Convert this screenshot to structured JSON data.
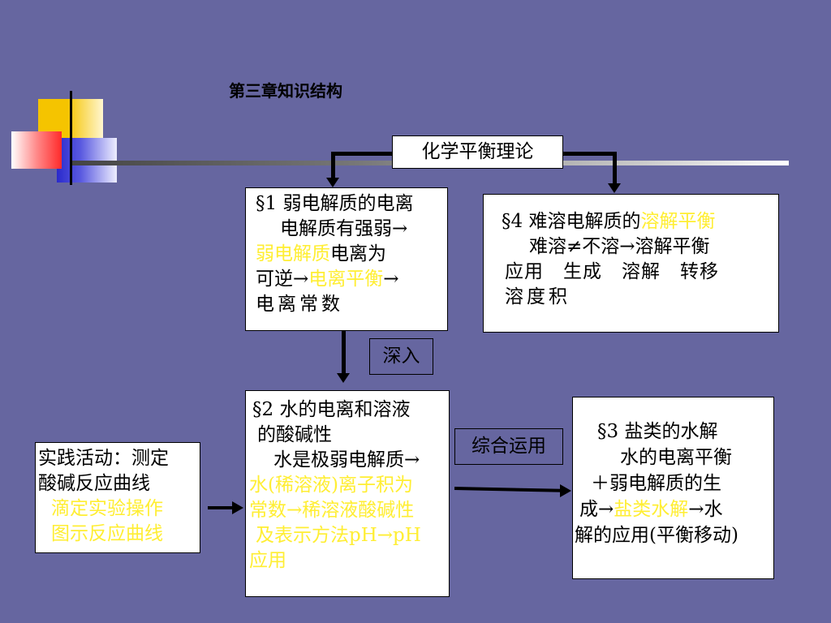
{
  "title": "第三章知识结构",
  "root": "化学平衡理论",
  "sec1": {
    "line1": "§1 弱电解质的电离",
    "line2_a": "电解质有强弱→",
    "line3_hl": "弱电解质",
    "line3_b": "电离为",
    "line4_a": "可逆→",
    "line4_hl": "电离平衡",
    "line4_b": "→",
    "line5": "电离常数"
  },
  "sec4": {
    "line1_a": "§4  难溶电解质的",
    "line1_hl": "溶解平衡",
    "line2": "难溶≠不溶→溶解平衡",
    "line3": "应用　生成　溶解　转移",
    "line4": "溶度积"
  },
  "deepen_label": "深入",
  "sec2": {
    "line1": "§2  水的电离和溶液",
    "line2": "的酸碱性",
    "line3": "水是极弱电解质→",
    "line4_hl": "水(稀溶液)离子积为",
    "line5_hl": "常数→稀溶液酸碱性",
    "line6_hl": "及表示方法pH→pH",
    "line7_hl": "应用"
  },
  "apply_label": "综合运用",
  "practice": {
    "line1": "实践活动：测定",
    "line2": "酸碱反应曲线",
    "line3_hl": "滴定实验操作",
    "line4_hl": "图示反应曲线"
  },
  "sec3": {
    "line1": "§3  盐类的水解",
    "line2": "水的电离平衡",
    "line3": "＋弱电解质的生",
    "line4_a": "成→",
    "line4_hl": "盐类水解",
    "line4_b": "→水",
    "line5": "解的应用(平衡移动)"
  },
  "colors": {
    "background": "#6666a0",
    "highlight": "#ffee33"
  }
}
